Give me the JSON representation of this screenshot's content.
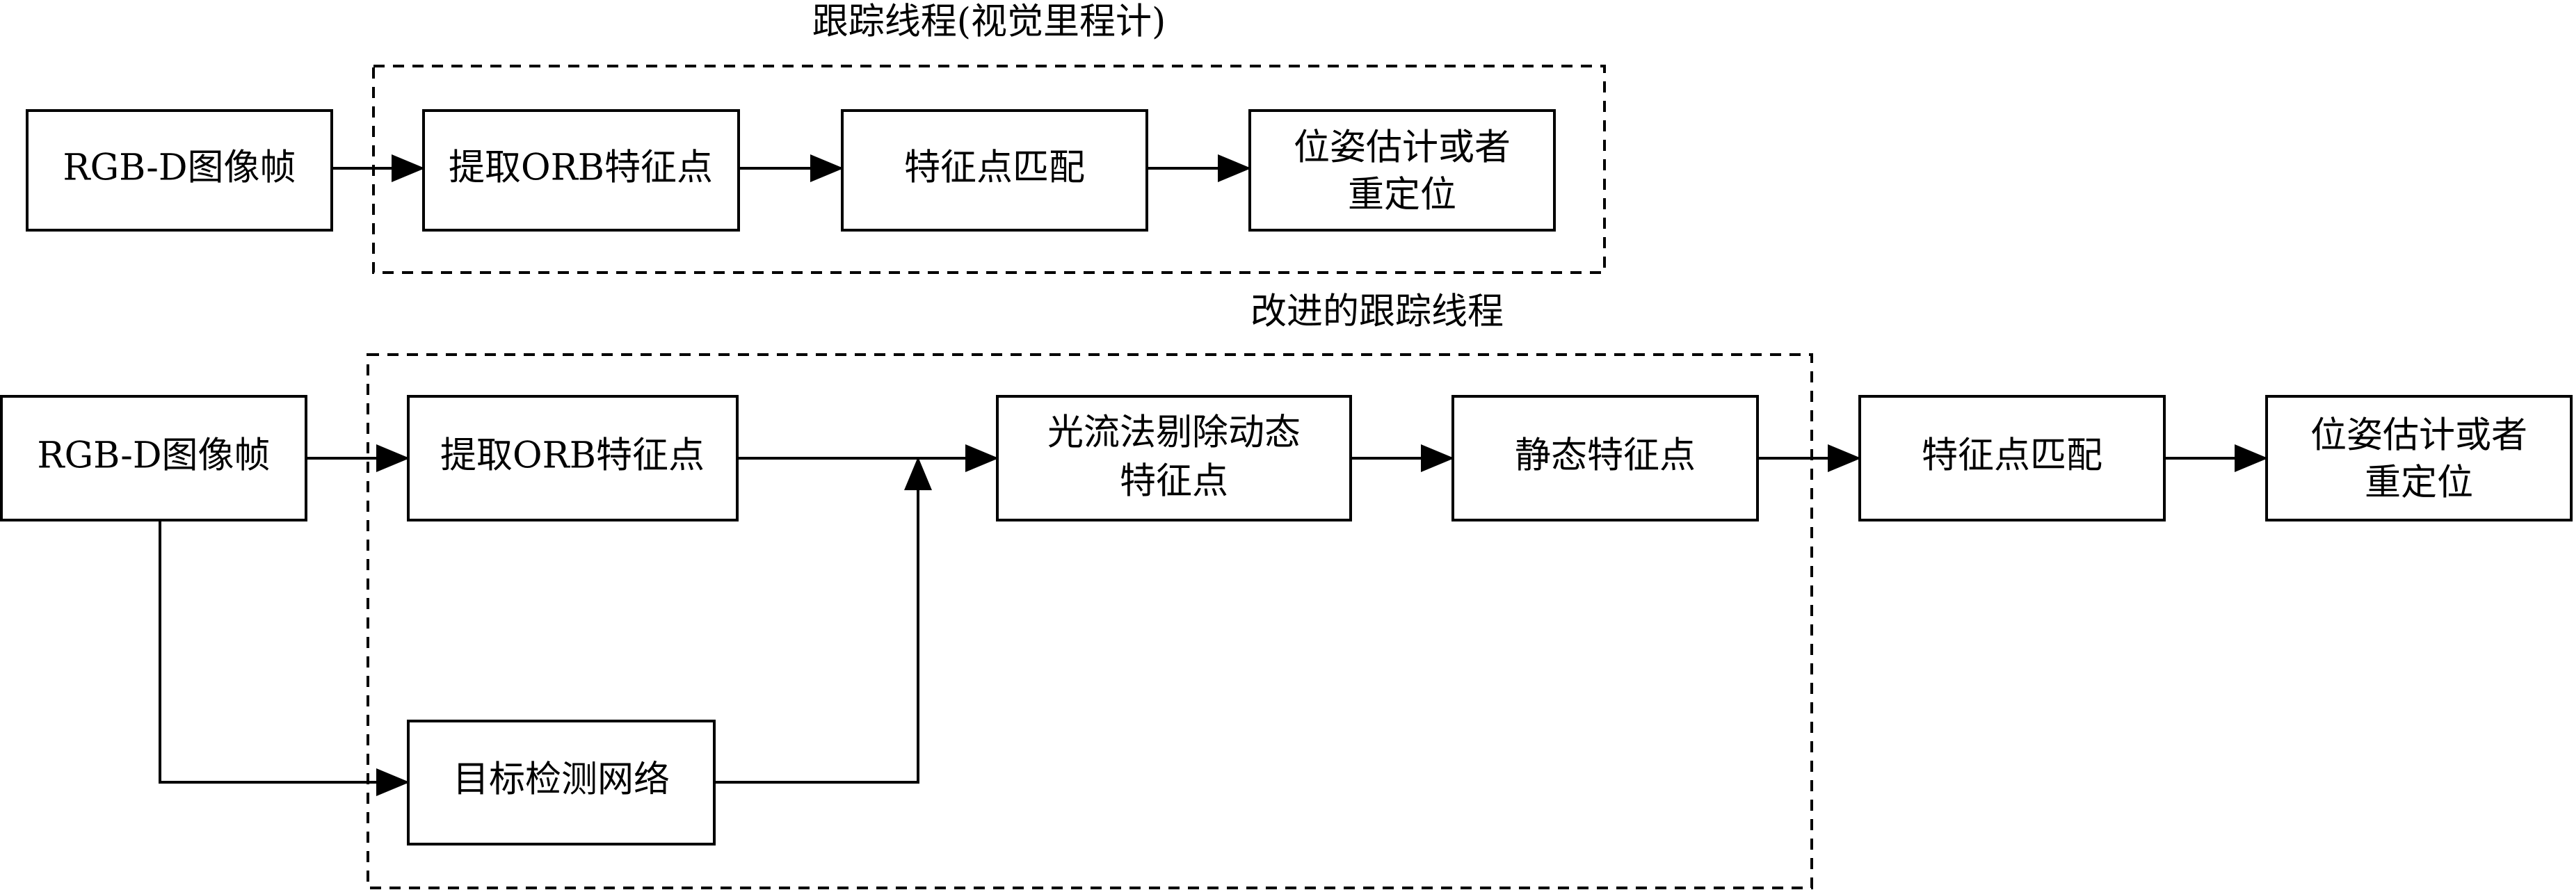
{
  "groups": [
    {
      "id": "g1",
      "label": "跟踪线程(视觉里程计)"
    },
    {
      "id": "g2",
      "label": "改进的跟踪线程"
    }
  ],
  "nodes": [
    {
      "id": "t_rgbd",
      "lines": [
        "RGB-D图像帧"
      ]
    },
    {
      "id": "t_orb",
      "lines": [
        "提取ORB特征点"
      ]
    },
    {
      "id": "t_match",
      "lines": [
        "特征点匹配"
      ]
    },
    {
      "id": "t_pose",
      "lines": [
        "位姿估计或者",
        "重定位"
      ]
    },
    {
      "id": "b_rgbd",
      "lines": [
        "RGB-D图像帧"
      ]
    },
    {
      "id": "b_orb",
      "lines": [
        "提取ORB特征点"
      ]
    },
    {
      "id": "b_flow",
      "lines": [
        "光流法剔除动态",
        "特征点"
      ]
    },
    {
      "id": "b_static",
      "lines": [
        "静态特征点"
      ]
    },
    {
      "id": "b_match",
      "lines": [
        "特征点匹配"
      ]
    },
    {
      "id": "b_pose",
      "lines": [
        "位姿估计或者",
        "重定位"
      ]
    },
    {
      "id": "b_detect",
      "lines": [
        "目标检测网络"
      ]
    }
  ],
  "edges": [
    {
      "from": "t_rgbd",
      "to": "t_orb"
    },
    {
      "from": "t_orb",
      "to": "t_match"
    },
    {
      "from": "t_match",
      "to": "t_pose"
    },
    {
      "from": "b_rgbd",
      "to": "b_orb"
    },
    {
      "from": "b_orb",
      "to": "b_flow"
    },
    {
      "from": "b_rgbd",
      "to": "b_detect"
    },
    {
      "from": "b_detect",
      "to": "b_flow"
    },
    {
      "from": "b_flow",
      "to": "b_static"
    },
    {
      "from": "b_static",
      "to": "b_match"
    },
    {
      "from": "b_match",
      "to": "b_pose"
    }
  ]
}
